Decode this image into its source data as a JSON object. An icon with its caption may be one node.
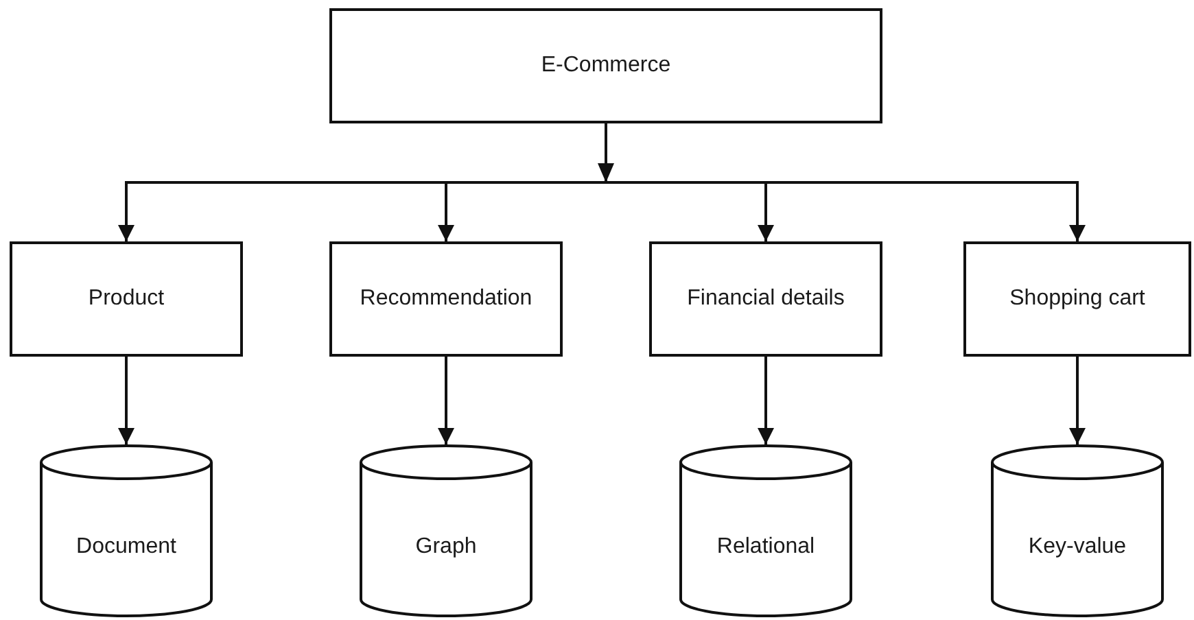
{
  "diagram": {
    "nodes": [
      {
        "text": [
          "E-Commerce"
        ]
      },
      {
        "text": [
          "Product"
        ]
      },
      {
        "text": [
          "Recommendation"
        ]
      },
      {
        "text": [
          "Financial details"
        ]
      },
      {
        "text": [
          "Shopping cart"
        ]
      },
      {
        "text": [
          "Document"
        ]
      },
      {
        "text": [
          "Graph"
        ]
      },
      {
        "text": [
          "Relational"
        ]
      },
      {
        "text": [
          "Key-value"
        ]
      }
    ],
    "edges": [
      {
        "from": 0,
        "to": 1,
        "arrow": "to"
      },
      {
        "from": 0,
        "to": 2,
        "arrow": "to"
      },
      {
        "from": 0,
        "to": 3,
        "arrow": "to"
      },
      {
        "from": 0,
        "to": 4,
        "arrow": "to"
      },
      {
        "from": 1,
        "to": 5,
        "arrow": "to"
      },
      {
        "from": 2,
        "to": 6,
        "arrow": "to"
      },
      {
        "from": 3,
        "to": 7,
        "arrow": "to"
      },
      {
        "from": 4,
        "to": 8,
        "arrow": "to"
      }
    ]
  }
}
